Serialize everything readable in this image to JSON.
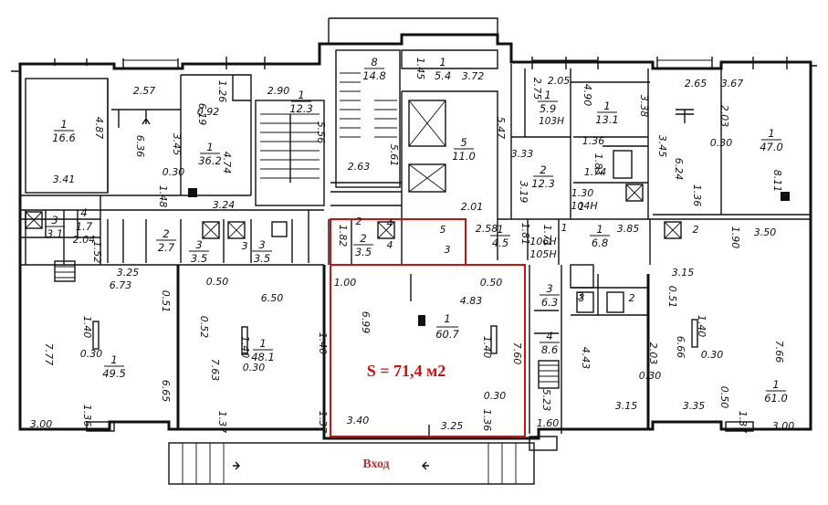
{
  "highlight": {
    "area_label": "S = 71,4 м2",
    "room_no": "1",
    "room_area": "60.7"
  },
  "entrance_label": "Вход",
  "rooms": [
    {
      "id": "r1",
      "no": "1",
      "area": "16.6"
    },
    {
      "id": "r2",
      "no": "1",
      "area": "36.2"
    },
    {
      "id": "r3",
      "no": "1",
      "area": "12.3"
    },
    {
      "id": "r4",
      "no": "8",
      "area": "14.8"
    },
    {
      "id": "r5",
      "no": "1",
      "area": "5.4"
    },
    {
      "id": "r6",
      "no": "5",
      "area": "11.0"
    },
    {
      "id": "r7",
      "no": "1",
      "area": "5.9",
      "extra": "103Н"
    },
    {
      "id": "r8",
      "no": "1",
      "area": "13.1"
    },
    {
      "id": "r9",
      "no": "2",
      "area": "12.3"
    },
    {
      "id": "r10",
      "no": "1",
      "area": "47.0"
    },
    {
      "id": "r11",
      "no": "1",
      "area": "49.5"
    },
    {
      "id": "r12",
      "no": "1",
      "area": "48.1"
    },
    {
      "id": "r13",
      "no": "1",
      "area": "4.5"
    },
    {
      "id": "r14",
      "no": "1",
      "area": "6.8"
    },
    {
      "id": "r15",
      "no": "3",
      "area": "6.3"
    },
    {
      "id": "r16",
      "no": "4",
      "area": "8.6"
    },
    {
      "id": "r17",
      "no": "1",
      "area": "61.0"
    },
    {
      "id": "r18",
      "no": "3",
      "area": "3.5"
    },
    {
      "id": "r19",
      "no": "3",
      "area": "3.5"
    },
    {
      "id": "r20",
      "no": "2",
      "area": "2.7"
    },
    {
      "id": "r21",
      "no": "3",
      "area": "3.1"
    },
    {
      "id": "r22",
      "no": "4",
      "area": "1.7"
    },
    {
      "id": "r23",
      "no": "2",
      "area": "3.5"
    }
  ],
  "dims": [
    "4.87",
    "3.41",
    "2.57",
    "1.26",
    "6.19",
    "0.92",
    "6.36",
    "3.45",
    "0.30",
    "4.74",
    "1.48",
    "3.24",
    "2.90",
    "5.56",
    "2.63",
    "5.61",
    "1.45",
    "3.72",
    "5.47",
    "2.01",
    "2.75",
    "2.05",
    "4.90",
    "3.38",
    "3.33",
    "1.83",
    "1.74",
    "1.36",
    "3.19",
    "1.30",
    "104Н",
    "2.65",
    "3.67",
    "2.03",
    "3.45",
    "0.30",
    "6.24",
    "1.36",
    "8.11",
    "3.50",
    "1.90",
    "2.04",
    "1.52",
    "3.25",
    "6.73",
    "0.51",
    "1.40",
    "0.30",
    "7.77",
    "6.65",
    "3.00",
    "1.36",
    "0.50",
    "6.50",
    "0.52",
    "1.40",
    "0.30",
    "7.63",
    "1.40",
    "1.37",
    "1.37",
    "1.82",
    "1.00",
    "0.50",
    "6.99",
    "4.83",
    "1.40",
    "7.60",
    "0.30",
    "3.40",
    "3.25",
    "1.36",
    "2.58",
    "1.81",
    "106Н",
    "105Н",
    "1.71",
    "3.85",
    "3.15",
    "0.51",
    "1.40",
    "0.30",
    "6.66",
    "7.66",
    "2.03",
    "0.30",
    "4.43",
    "5.23",
    "1.60",
    "3.15",
    "3.35",
    "0.50",
    "1.37",
    "3.00",
    "5",
    "3",
    "4",
    "2",
    "3",
    "4",
    "2",
    "3",
    "3",
    "2",
    "1",
    "1"
  ]
}
